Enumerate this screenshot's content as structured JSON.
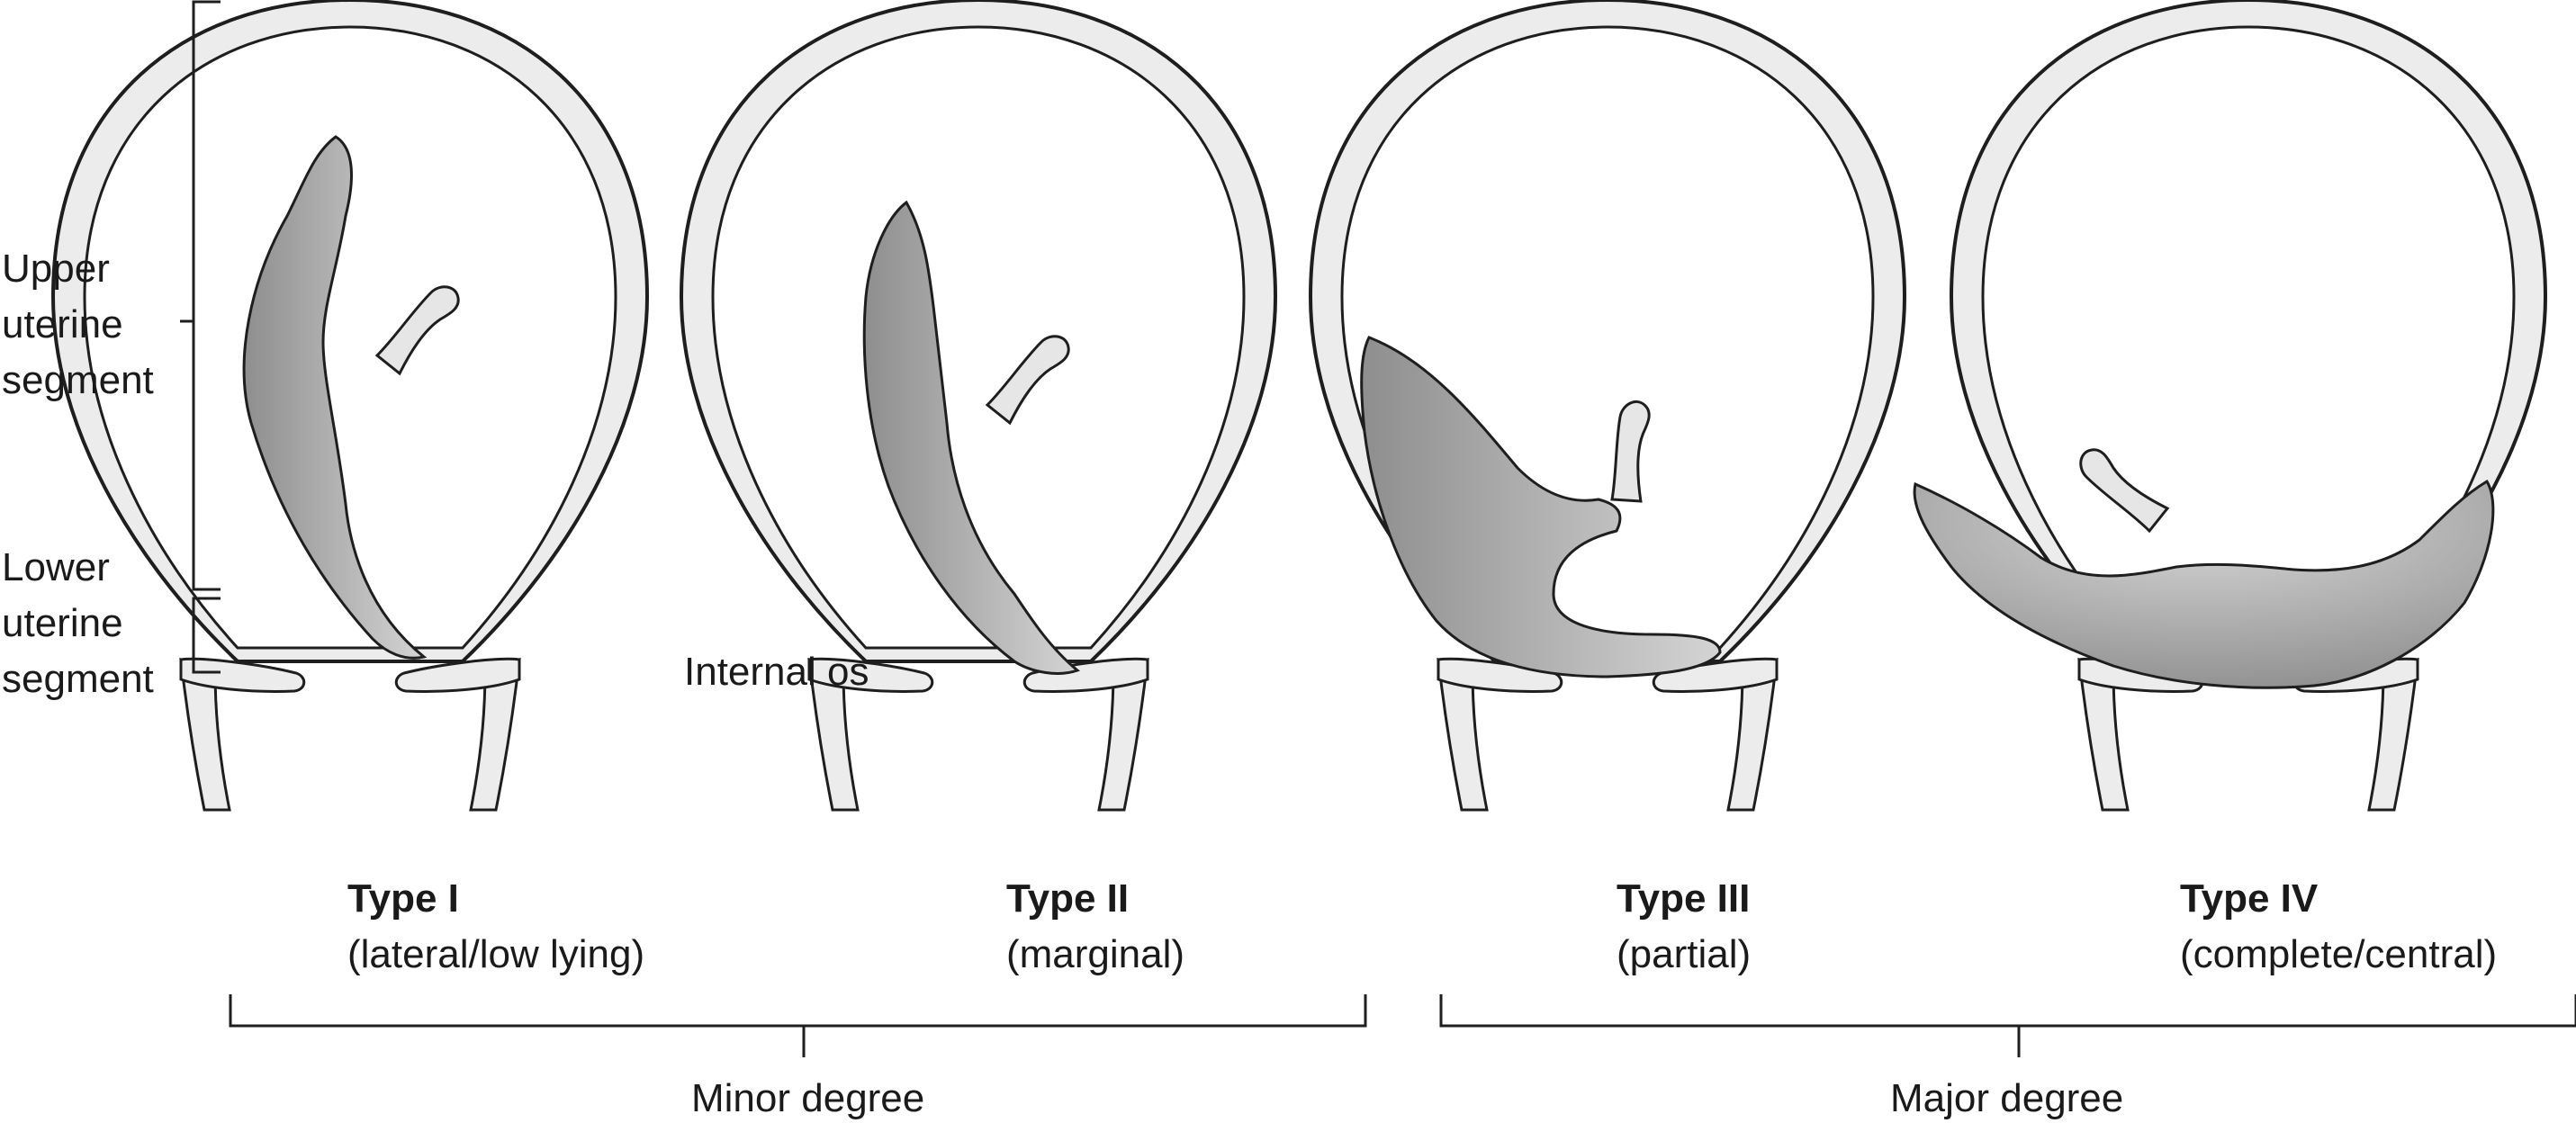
{
  "segments": {
    "upper": [
      "Upper",
      "uterine",
      "segment"
    ],
    "lower": [
      "Lower",
      "uterine",
      "segment"
    ]
  },
  "internal_os": "Internal os",
  "types": [
    {
      "title": "Type I",
      "subtitle": "(lateral/low lying)"
    },
    {
      "title": "Type II",
      "subtitle": "(marginal)"
    },
    {
      "title": "Type III",
      "subtitle": "(partial)"
    },
    {
      "title": "Type IV",
      "subtitle": "(complete/central)"
    }
  ],
  "degrees": {
    "minor": "Minor degree",
    "major": "Major degree"
  },
  "colors": {
    "wall": "#ececec",
    "stroke": "#1e1e1e",
    "placenta_dark": "#8a8a8a",
    "placenta_light": "#d6d6d6"
  }
}
